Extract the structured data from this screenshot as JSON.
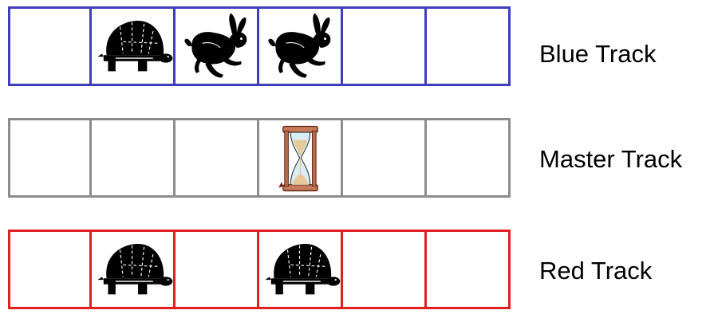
{
  "tracks": [
    {
      "id": "blue",
      "label": "Blue Track",
      "color": "#3d3dbd",
      "cells": [
        "empty",
        "turtle",
        "rabbit",
        "rabbit",
        "empty",
        "empty"
      ]
    },
    {
      "id": "master",
      "label": "Master Track",
      "color": "#8c8c8c",
      "cells": [
        "empty",
        "empty",
        "empty",
        "hourglass",
        "empty",
        "empty"
      ]
    },
    {
      "id": "red",
      "label": "Red Track",
      "color": "#e01f1f",
      "cells": [
        "empty",
        "turtle",
        "empty",
        "turtle",
        "empty",
        "empty"
      ]
    }
  ]
}
